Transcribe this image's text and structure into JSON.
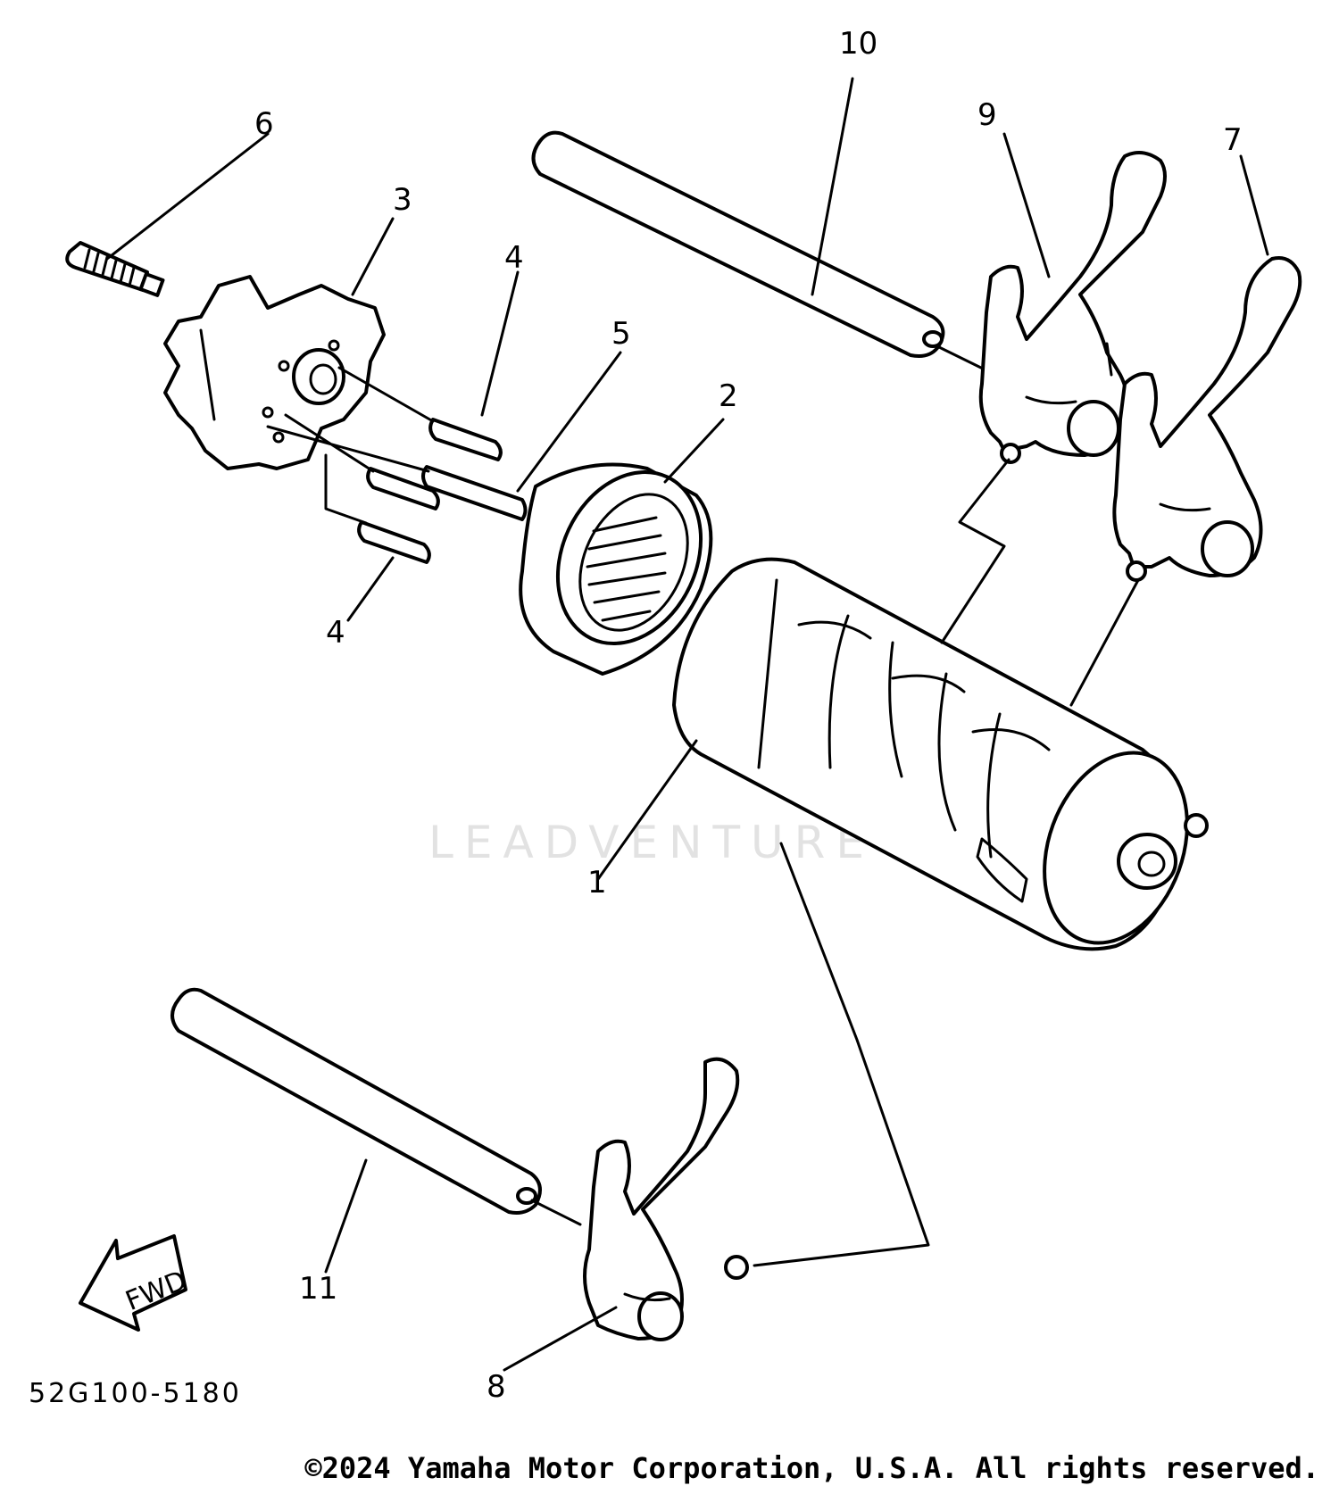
{
  "callouts": [
    "1",
    "2",
    "3",
    "4",
    "4",
    "5",
    "6",
    "7",
    "8",
    "9",
    "10",
    "11"
  ],
  "fwd_label": "FWD",
  "diagram_code": "52G100-5180",
  "copyright": "©2024 Yamaha Motor Corporation, U.S.A. All rights reserved.",
  "watermark": "LEADVENTURE"
}
